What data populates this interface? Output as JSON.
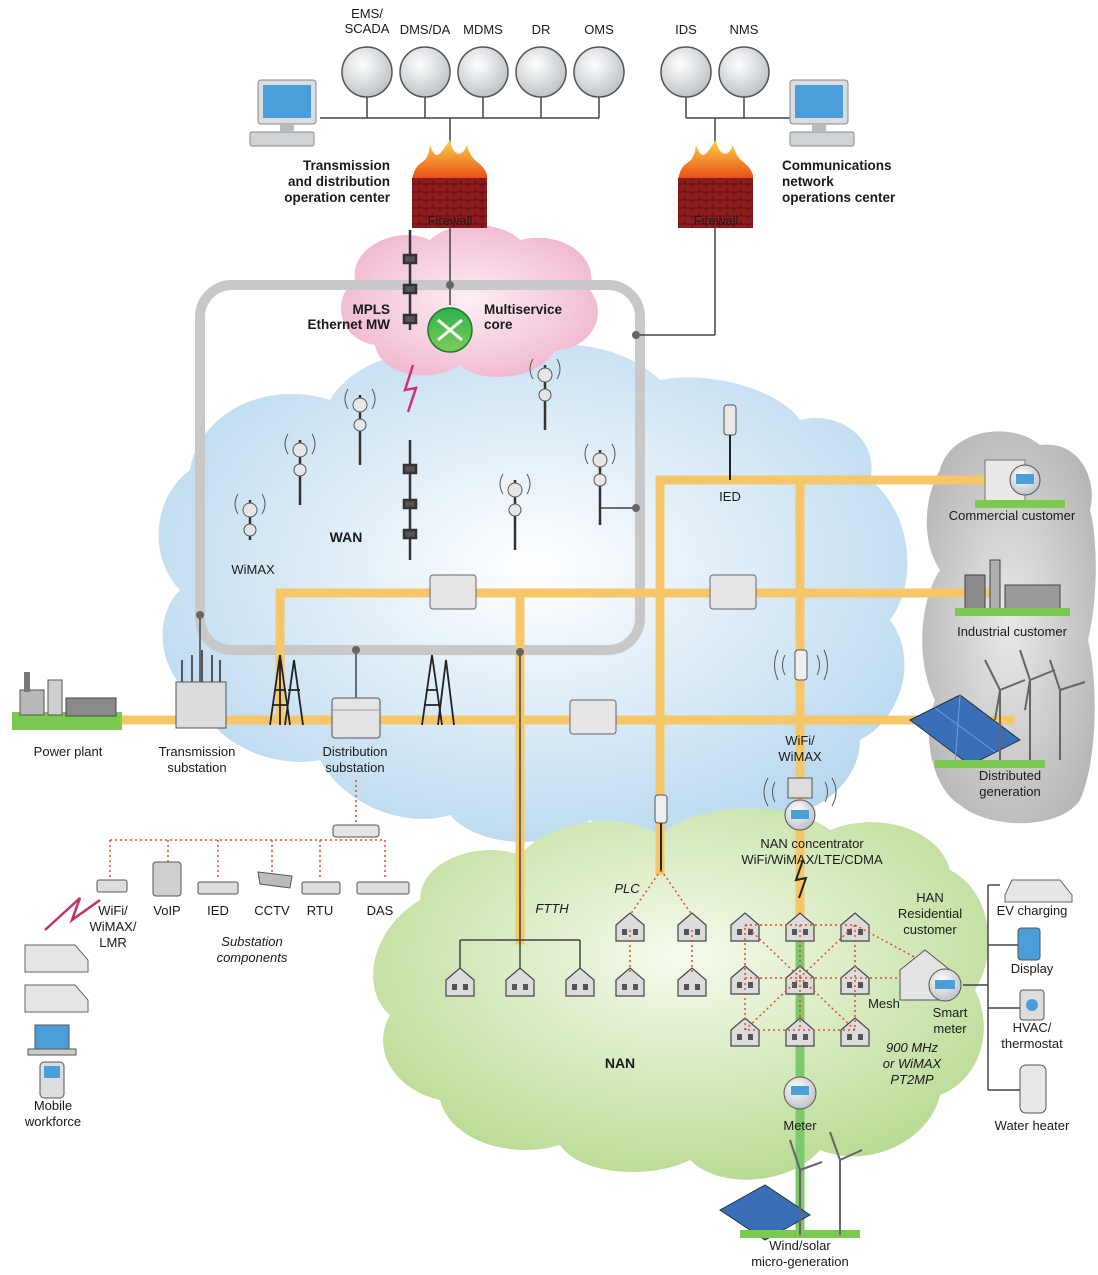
{
  "servers_left": [
    "EMS/\nSCADA",
    "DMS/DA",
    "MDMS",
    "DR",
    "OMS"
  ],
  "servers_right": [
    "IDS",
    "NMS"
  ],
  "td_center": "Transmission\nand distribution\noperation center",
  "cn_center": "Communications\nnetwork\noperations center",
  "firewall_1": "Firewall",
  "firewall_2": "Firewall",
  "mpls": "MPLS\nEthernet MW",
  "core": "Multiservice\ncore",
  "wan": "WAN",
  "wimax": "WiMAX",
  "ied_top": "IED",
  "commercial": "Commercial customer",
  "industrial": "Industrial customer",
  "distributed": "Distributed\ngeneration",
  "power_plant": "Power plant",
  "transmission_sub": "Transmission\nsubstation",
  "distribution_sub": "Distribution\nsubstation",
  "wifi_wimax_pole": "WiFi/\nWiMAX",
  "nan_conc": "NAN concentrator\nWiFi/WiMAX/LTE/CDMA",
  "substation_comps": [
    "WiFi/\nWiMAX/\nLMR",
    "VoIP",
    "IED",
    "CCTV",
    "RTU",
    "DAS"
  ],
  "substation_caption": "Substation\ncomponents",
  "mobile": "Mobile\nworkforce",
  "ftth": "FTTH",
  "plc": "PLC",
  "nan": "NAN",
  "han": "HAN\nResidential\ncustomer",
  "mesh": "Mesh",
  "smart_meter": "Smart\nmeter",
  "radio_note": "900 MHz\nor WiMAX\nPT2MP",
  "meter": "Meter",
  "micro_gen": "Wind/solar\nmicro-generation",
  "han_devices": [
    "EV charging",
    "Display",
    "HVAC/\nthermostat",
    "Water heater"
  ],
  "colors": {
    "power_line": "#f6c768",
    "wan_cloud": "#c8e0f2",
    "nan_cloud": "#c9e3a6",
    "core_cloud": "#f2bcd4",
    "grey_cloud": "#bdbdbd",
    "backbone": "#cdcdcd",
    "firewall": "#8b1a1a",
    "dotted": "#e04a2a"
  }
}
